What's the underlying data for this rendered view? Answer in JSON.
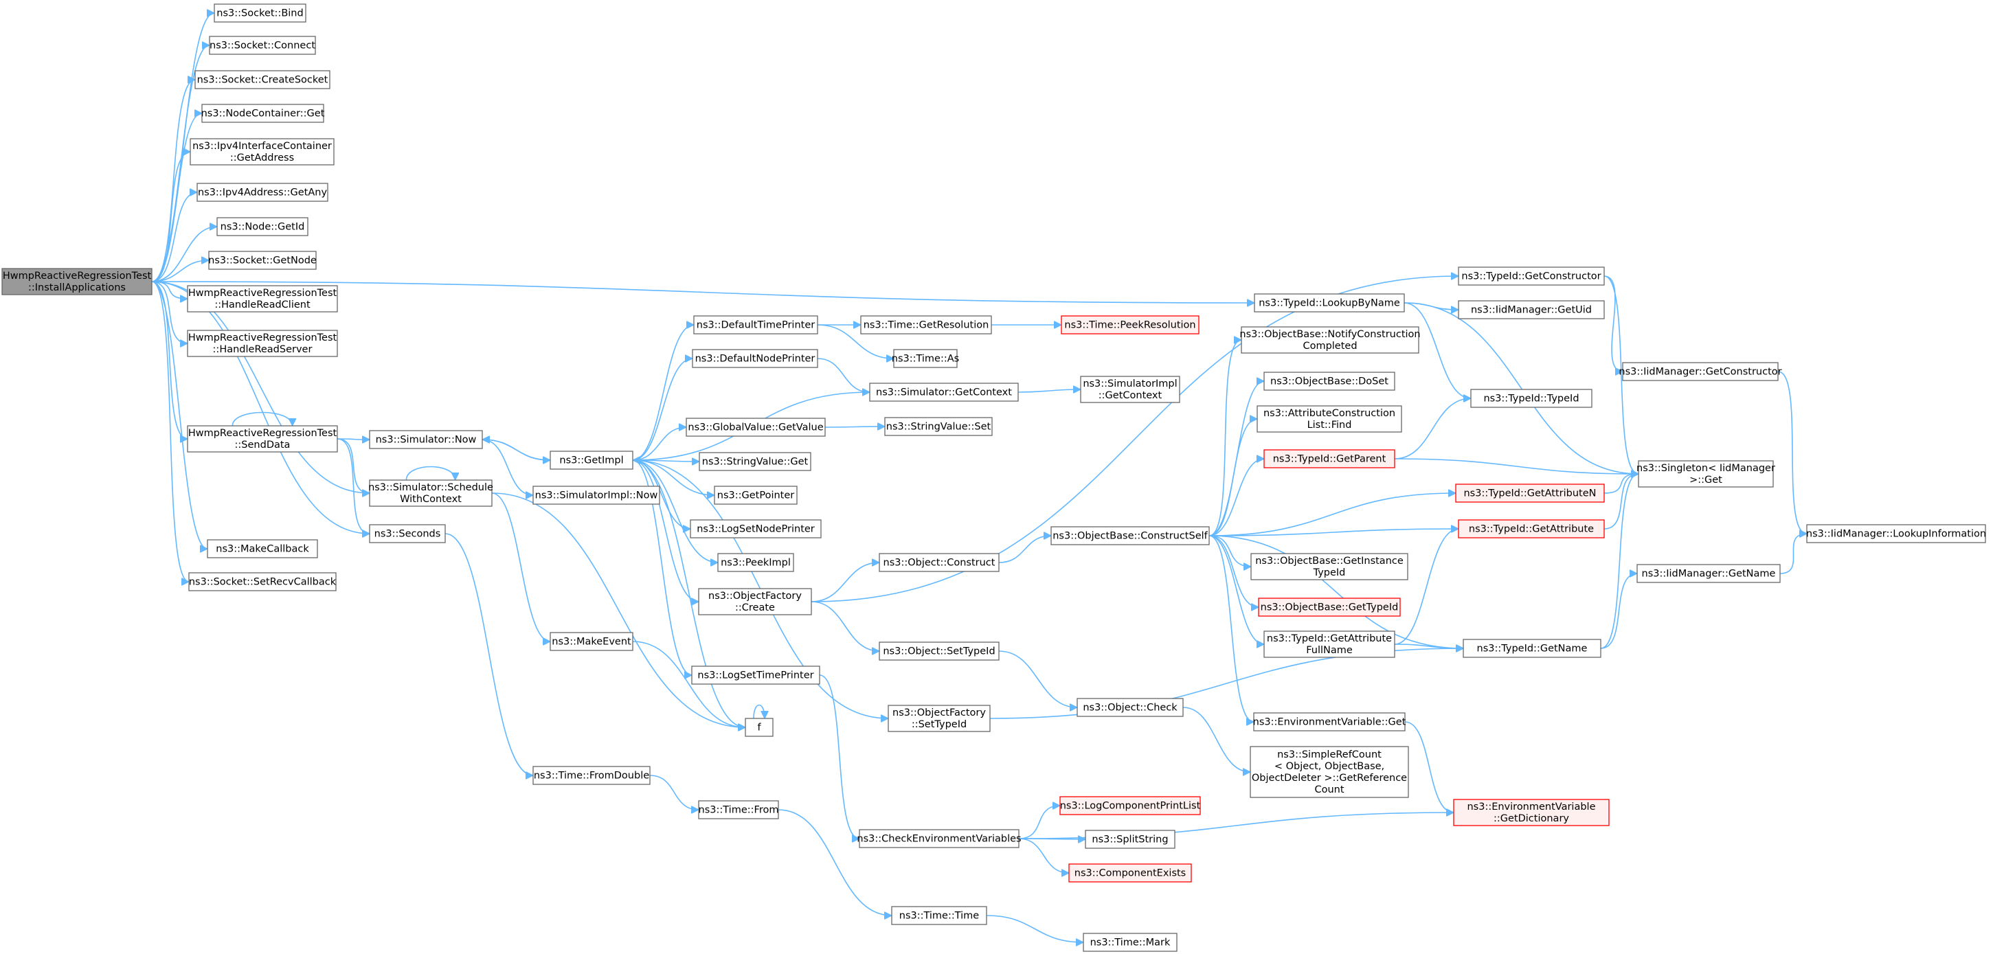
{
  "colors": {
    "edge": "#63b8ff",
    "root_fill": "#999999",
    "root_border": "#666666",
    "node_fill": "#ffffff",
    "node_border": "#666666",
    "truncated_fill": "#fff0f0",
    "truncated_border": "#ff0000"
  },
  "nodes": [
    {
      "id": "root",
      "lines": [
        "HwmpReactiveRegressionTest",
        "::InstallApplications"
      ],
      "style": "root"
    },
    {
      "id": "sock_bind",
      "lines": [
        "ns3::Socket::Bind"
      ]
    },
    {
      "id": "sock_connect",
      "lines": [
        "ns3::Socket::Connect"
      ]
    },
    {
      "id": "sock_create",
      "lines": [
        "ns3::Socket::CreateSocket"
      ]
    },
    {
      "id": "nc_get",
      "lines": [
        "ns3::NodeContainer::Get"
      ]
    },
    {
      "id": "ipv4ic_getaddr",
      "lines": [
        "ns3::Ipv4InterfaceContainer",
        "::GetAddress"
      ]
    },
    {
      "id": "ipv4addr_getany",
      "lines": [
        "ns3::Ipv4Address::GetAny"
      ]
    },
    {
      "id": "node_getid",
      "lines": [
        "ns3::Node::GetId"
      ]
    },
    {
      "id": "sock_getnode",
      "lines": [
        "ns3::Socket::GetNode"
      ]
    },
    {
      "id": "handle_client",
      "lines": [
        "HwmpReactiveRegressionTest",
        "::HandleReadClient"
      ]
    },
    {
      "id": "handle_server",
      "lines": [
        "HwmpReactiveRegressionTest",
        "::HandleReadServer"
      ]
    },
    {
      "id": "senddata",
      "lines": [
        "HwmpReactiveRegressionTest",
        "::SendData"
      ]
    },
    {
      "id": "sched_ctx",
      "lines": [
        "ns3::Simulator::Schedule",
        "WithContext"
      ]
    },
    {
      "id": "seconds",
      "lines": [
        "ns3::Seconds"
      ]
    },
    {
      "id": "makecallback",
      "lines": [
        "ns3::MakeCallback"
      ]
    },
    {
      "id": "setrecvcb",
      "lines": [
        "ns3::Socket::SetRecvCallback"
      ]
    },
    {
      "id": "sim_now",
      "lines": [
        "ns3::Simulator::Now"
      ]
    },
    {
      "id": "simimpl_now",
      "lines": [
        "ns3::SimulatorImpl::Now"
      ]
    },
    {
      "id": "getimpl",
      "lines": [
        "ns3::GetImpl"
      ]
    },
    {
      "id": "makeevent",
      "lines": [
        "ns3::MakeEvent"
      ]
    },
    {
      "id": "f",
      "lines": [
        "f"
      ]
    },
    {
      "id": "fromdouble",
      "lines": [
        "ns3::Time::FromDouble"
      ]
    },
    {
      "id": "time_from",
      "lines": [
        "ns3::Time::From"
      ]
    },
    {
      "id": "defaulttimeprinter",
      "lines": [
        "ns3::DefaultTimePrinter"
      ]
    },
    {
      "id": "defaultnodeprinter",
      "lines": [
        "ns3::DefaultNodePrinter"
      ]
    },
    {
      "id": "gv_getvalue",
      "lines": [
        "ns3::GlobalValue::GetValue"
      ]
    },
    {
      "id": "sv_get",
      "lines": [
        "ns3::StringValue::Get"
      ]
    },
    {
      "id": "getpointer",
      "lines": [
        "ns3::GetPointer"
      ]
    },
    {
      "id": "logsetnodeprinter",
      "lines": [
        "ns3::LogSetNodePrinter"
      ]
    },
    {
      "id": "peekimpl",
      "lines": [
        "ns3::PeekImpl"
      ]
    },
    {
      "id": "of_create",
      "lines": [
        "ns3::ObjectFactory",
        "::Create"
      ]
    },
    {
      "id": "logsettimeprinter",
      "lines": [
        "ns3::LogSetTimePrinter"
      ]
    },
    {
      "id": "time_getres",
      "lines": [
        "ns3::Time::GetResolution"
      ]
    },
    {
      "id": "time_as",
      "lines": [
        "ns3::Time::As"
      ]
    },
    {
      "id": "sim_getctx",
      "lines": [
        "ns3::Simulator::GetContext"
      ]
    },
    {
      "id": "sv_set",
      "lines": [
        "ns3::StringValue::Set"
      ]
    },
    {
      "id": "time_peekres",
      "lines": [
        "ns3::Time::PeekResolution"
      ],
      "style": "truncated"
    },
    {
      "id": "simimpl_getctx",
      "lines": [
        "ns3::SimulatorImpl",
        "::GetContext"
      ]
    },
    {
      "id": "obj_construct",
      "lines": [
        "ns3::Object::Construct"
      ]
    },
    {
      "id": "obj_settypeid",
      "lines": [
        "ns3::Object::SetTypeId"
      ]
    },
    {
      "id": "of_settypeid",
      "lines": [
        "ns3::ObjectFactory",
        "::SetTypeId"
      ]
    },
    {
      "id": "obj_check",
      "lines": [
        "ns3::Object::Check"
      ]
    },
    {
      "id": "checkenv",
      "lines": [
        "ns3::CheckEnvironmentVariables"
      ]
    },
    {
      "id": "time_time",
      "lines": [
        "ns3::Time::Time"
      ]
    },
    {
      "id": "time_mark",
      "lines": [
        "ns3::Time::Mark"
      ]
    },
    {
      "id": "logcompprint",
      "lines": [
        "ns3::LogComponentPrintList"
      ],
      "style": "truncated"
    },
    {
      "id": "splitstring",
      "lines": [
        "ns3::SplitString"
      ]
    },
    {
      "id": "compexists",
      "lines": [
        "ns3::ComponentExists"
      ],
      "style": "truncated"
    },
    {
      "id": "ob_constructself",
      "lines": [
        "ns3::ObjectBase::ConstructSelf"
      ]
    },
    {
      "id": "ob_notify",
      "lines": [
        "ns3::ObjectBase::NotifyConstruction",
        "Completed"
      ]
    },
    {
      "id": "ob_doset",
      "lines": [
        "ns3::ObjectBase::DoSet"
      ]
    },
    {
      "id": "acl_find",
      "lines": [
        "ns3::AttributeConstruction",
        "List::Find"
      ]
    },
    {
      "id": "tid_getparent",
      "lines": [
        "ns3::TypeId::GetParent"
      ],
      "style": "truncated"
    },
    {
      "id": "ob_getinsttid",
      "lines": [
        "ns3::ObjectBase::GetInstance",
        "TypeId"
      ]
    },
    {
      "id": "ob_gettid",
      "lines": [
        "ns3::ObjectBase::GetTypeId"
      ],
      "style": "truncated"
    },
    {
      "id": "tid_getattrfull",
      "lines": [
        "ns3::TypeId::GetAttribute",
        "FullName"
      ]
    },
    {
      "id": "envvar_get",
      "lines": [
        "ns3::EnvironmentVariable::Get"
      ]
    },
    {
      "id": "simplerefcount",
      "lines": [
        "ns3::SimpleRefCount",
        "< Object, ObjectBase,",
        "ObjectDeleter >::GetReference",
        "Count"
      ]
    },
    {
      "id": "tid_lookup",
      "lines": [
        "ns3::TypeId::LookupByName"
      ]
    },
    {
      "id": "tid_getctor",
      "lines": [
        "ns3::TypeId::GetConstructor"
      ]
    },
    {
      "id": "iid_getuid",
      "lines": [
        "ns3::IidManager::GetUid"
      ]
    },
    {
      "id": "tid_typeid",
      "lines": [
        "ns3::TypeId::TypeId"
      ]
    },
    {
      "id": "iid_getctor",
      "lines": [
        "ns3::IidManager::GetConstructor"
      ]
    },
    {
      "id": "singleton_get",
      "lines": [
        "ns3::Singleton< IidManager",
        " >::Get"
      ]
    },
    {
      "id": "tid_getattrn",
      "lines": [
        "ns3::TypeId::GetAttributeN"
      ],
      "style": "truncated"
    },
    {
      "id": "tid_getattr",
      "lines": [
        "ns3::TypeId::GetAttribute"
      ],
      "style": "truncated"
    },
    {
      "id": "tid_getname",
      "lines": [
        "ns3::TypeId::GetName"
      ]
    },
    {
      "id": "iid_getname",
      "lines": [
        "ns3::IidManager::GetName"
      ]
    },
    {
      "id": "iid_lookupinfo",
      "lines": [
        "ns3::IidManager::LookupInformation"
      ]
    },
    {
      "id": "envvar_getdict",
      "lines": [
        "ns3::EnvironmentVariable",
        "::GetDictionary"
      ],
      "style": "truncated"
    }
  ],
  "edges": [
    [
      "root",
      "sock_bind"
    ],
    [
      "root",
      "sock_connect"
    ],
    [
      "root",
      "sock_create"
    ],
    [
      "root",
      "nc_get"
    ],
    [
      "root",
      "ipv4ic_getaddr"
    ],
    [
      "root",
      "ipv4addr_getany"
    ],
    [
      "root",
      "node_getid"
    ],
    [
      "root",
      "sock_getnode"
    ],
    [
      "root",
      "handle_client"
    ],
    [
      "root",
      "handle_server"
    ],
    [
      "root",
      "senddata"
    ],
    [
      "root",
      "sched_ctx"
    ],
    [
      "root",
      "seconds"
    ],
    [
      "root",
      "makecallback"
    ],
    [
      "root",
      "setrecvcb"
    ],
    [
      "root",
      "tid_lookup"
    ],
    [
      "senddata",
      "senddata"
    ],
    [
      "senddata",
      "sim_now"
    ],
    [
      "senddata",
      "sched_ctx"
    ],
    [
      "senddata",
      "seconds"
    ],
    [
      "sched_ctx",
      "sched_ctx"
    ],
    [
      "sched_ctx",
      "makeevent"
    ],
    [
      "sched_ctx",
      "f"
    ],
    [
      "seconds",
      "fromdouble"
    ],
    [
      "sim_now",
      "getimpl"
    ],
    [
      "sim_now",
      "simimpl_now"
    ],
    [
      "makeevent",
      "f"
    ],
    [
      "f",
      "f"
    ],
    [
      "fromdouble",
      "time_from"
    ],
    [
      "time_from",
      "time_time"
    ],
    [
      "time_time",
      "time_mark"
    ],
    [
      "getimpl",
      "sim_now"
    ],
    [
      "getimpl",
      "defaulttimeprinter"
    ],
    [
      "getimpl",
      "defaultnodeprinter"
    ],
    [
      "getimpl",
      "gv_getvalue"
    ],
    [
      "getimpl",
      "sv_get"
    ],
    [
      "getimpl",
      "getpointer"
    ],
    [
      "getimpl",
      "logsetnodeprinter"
    ],
    [
      "getimpl",
      "peekimpl"
    ],
    [
      "getimpl",
      "of_create"
    ],
    [
      "getimpl",
      "logsettimeprinter"
    ],
    [
      "getimpl",
      "of_settypeid"
    ],
    [
      "getimpl",
      "f"
    ],
    [
      "defaulttimeprinter",
      "time_getres"
    ],
    [
      "defaulttimeprinter",
      "time_as"
    ],
    [
      "time_getres",
      "time_peekres"
    ],
    [
      "defaultnodeprinter",
      "sim_getctx"
    ],
    [
      "sim_getctx",
      "getimpl"
    ],
    [
      "sim_getctx",
      "simimpl_getctx"
    ],
    [
      "gv_getvalue",
      "sv_set"
    ],
    [
      "of_create",
      "obj_construct"
    ],
    [
      "of_create",
      "obj_settypeid"
    ],
    [
      "of_create",
      "tid_getctor"
    ],
    [
      "obj_settypeid",
      "obj_check"
    ],
    [
      "obj_check",
      "simplerefcount"
    ],
    [
      "obj_construct",
      "ob_constructself"
    ],
    [
      "logsettimeprinter",
      "checkenv"
    ],
    [
      "checkenv",
      "logcompprint"
    ],
    [
      "checkenv",
      "splitstring"
    ],
    [
      "checkenv",
      "compexists"
    ],
    [
      "checkenv",
      "envvar_getdict"
    ],
    [
      "of_settypeid",
      "tid_getname"
    ],
    [
      "ob_constructself",
      "ob_notify"
    ],
    [
      "ob_constructself",
      "ob_doset"
    ],
    [
      "ob_constructself",
      "acl_find"
    ],
    [
      "ob_constructself",
      "tid_getparent"
    ],
    [
      "ob_constructself",
      "tid_getattrn"
    ],
    [
      "ob_constructself",
      "tid_getattr"
    ],
    [
      "ob_constructself",
      "ob_getinsttid"
    ],
    [
      "ob_constructself",
      "ob_gettid"
    ],
    [
      "ob_constructself",
      "tid_getattrfull"
    ],
    [
      "ob_constructself",
      "tid_getname"
    ],
    [
      "ob_constructself",
      "envvar_get"
    ],
    [
      "tid_getparent",
      "tid_typeid"
    ],
    [
      "tid_getparent",
      "singleton_get"
    ],
    [
      "tid_getattrn",
      "singleton_get"
    ],
    [
      "tid_getattr",
      "singleton_get"
    ],
    [
      "tid_getattrfull",
      "tid_getattr"
    ],
    [
      "tid_getattrfull",
      "tid_getname"
    ],
    [
      "envvar_get",
      "envvar_getdict"
    ],
    [
      "tid_lookup",
      "iid_getuid"
    ],
    [
      "tid_lookup",
      "tid_typeid"
    ],
    [
      "tid_lookup",
      "singleton_get"
    ],
    [
      "tid_getctor",
      "iid_getctor"
    ],
    [
      "tid_getctor",
      "singleton_get"
    ],
    [
      "iid_getctor",
      "iid_lookupinfo"
    ],
    [
      "tid_getname",
      "singleton_get"
    ],
    [
      "tid_getname",
      "iid_getname"
    ],
    [
      "iid_getname",
      "iid_lookupinfo"
    ]
  ]
}
